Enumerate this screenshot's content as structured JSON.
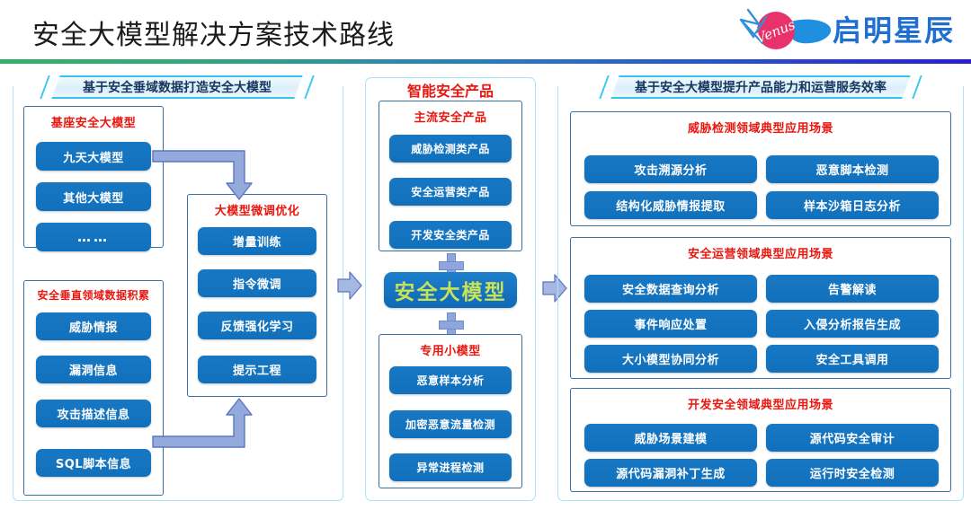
{
  "header": {
    "title": "安全大模型解决方案技术路线",
    "logo_text": "启明星辰",
    "logo_script": "Venus",
    "accent_gradient": [
      "#33b06a",
      "#2a6fc4",
      "#2a1fc9"
    ]
  },
  "left_panel": {
    "banner": "基于安全垂域数据打造安全大模型",
    "groups": [
      {
        "title": "基座安全大模型",
        "items": [
          "九天大模型",
          "其他大模型",
          "……"
        ]
      },
      {
        "title": "安全垂直领域数据积累",
        "items": [
          "威胁情报",
          "漏洞信息",
          "攻击描述信息",
          "SQL脚本信息"
        ]
      },
      {
        "title": "大模型微调优化",
        "items": [
          "增量训练",
          "指令微调",
          "反馈强化学习",
          "提示工程"
        ]
      }
    ]
  },
  "mid_panel": {
    "title": "智能安全产品",
    "groups": [
      {
        "title": "主流安全产品",
        "items": [
          "威胁检测类产品",
          "安全运营类产品",
          "开发安全类产品"
        ]
      },
      {
        "title": "专用小模型",
        "items": [
          "恶意样本分析",
          "加密恶意流量检测",
          "异常进程检测"
        ]
      }
    ],
    "hero": "安全大模型",
    "hero_text_color": "#c7e257",
    "operator": "+"
  },
  "right_panel": {
    "banner": "基于安全大模型提升产品能力和运营服务效率",
    "groups": [
      {
        "title": "威胁检测领域典型应用场景",
        "items": [
          "攻击溯源分析",
          "恶意脚本检测",
          "结构化威胁情报提取",
          "样本沙箱日志分析"
        ]
      },
      {
        "title": "安全运营领域典型应用场景",
        "items": [
          "安全数据查询分析",
          "告警解读",
          "事件响应处置",
          "入侵分析报告生成",
          "大小模型协同分析",
          "安全工具调用"
        ]
      },
      {
        "title": "开发安全领域典型应用场景",
        "items": [
          "威胁场景建模",
          "源代码安全审计",
          "源代码漏洞补丁生成",
          "运行时安全检测"
        ]
      }
    ]
  },
  "colors": {
    "pill_blue": "#1170bb",
    "title_red": "#e8170f",
    "frame_cyan": "#a9e4f5",
    "arrow_blue": "#8ea6dd"
  }
}
